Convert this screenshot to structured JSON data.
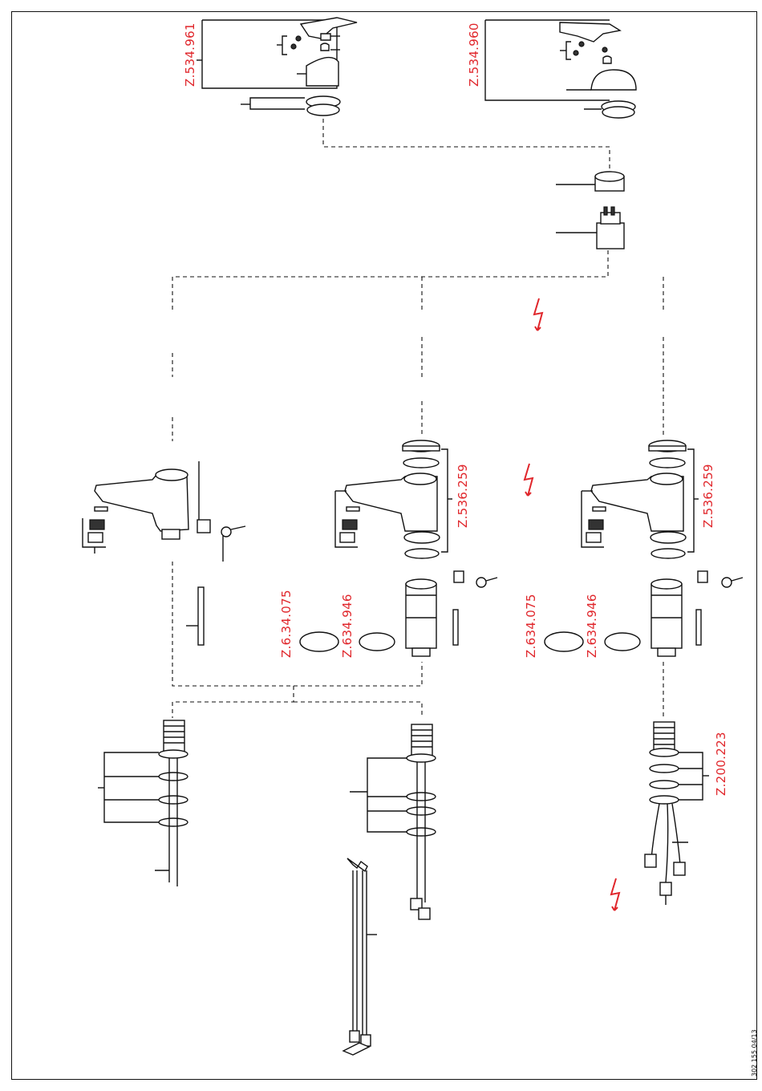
{
  "doc_number": "302 155 04/13",
  "part_codes": {
    "handle_left": "Z.534.961",
    "handle_right": "Z.534.960",
    "body_mid": "Z.536.259",
    "body_right": "Z.536.259",
    "ring1_mid": "Z.6.34.075",
    "ring2_mid": "Z.634.946",
    "ring1_right": "Z.634.075",
    "ring2_right": "Z.634.946",
    "washers_right": "Z.200.223"
  },
  "colors": {
    "accent": "#e0262b",
    "line": "#111111"
  },
  "icons": [
    "lightning-warning-icon"
  ]
}
